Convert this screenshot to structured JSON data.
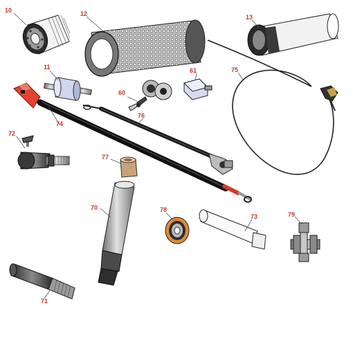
{
  "colors": {
    "label": "#c0392b",
    "outline": "#222222",
    "steel": "#9a9a9a",
    "dark": "#2a2a2a",
    "red": "#d23a2a",
    "bronze": "#c9a27a",
    "orange": "#d9782a",
    "filter_blue": "#cfd6ee"
  },
  "parts": [
    {
      "number": "10",
      "icon": "oil-filter-icon"
    },
    {
      "number": "12",
      "icon": "air-filter-element-icon"
    },
    {
      "number": "13",
      "icon": "inner-air-filter-icon"
    },
    {
      "number": "11",
      "icon": "fuel-filter-icon"
    },
    {
      "number": "61",
      "icon": "relay-switch-icon"
    },
    {
      "number": "60",
      "icon": "ignition-switch-key-icon"
    },
    {
      "number": "75",
      "icon": "throttle-cable-icon"
    },
    {
      "number": "76",
      "icon": "ground-cable-icon"
    },
    {
      "number": "74",
      "icon": "battery-cable-icon"
    },
    {
      "number": "72",
      "icon": "tie-rod-end-icon"
    },
    {
      "number": "77",
      "icon": "bushing-icon"
    },
    {
      "number": "70",
      "icon": "spindle-icon"
    },
    {
      "number": "78",
      "icon": "bearing-icon"
    },
    {
      "number": "73",
      "icon": "pin-icon"
    },
    {
      "number": "79",
      "icon": "u-joint-icon"
    },
    {
      "number": "71",
      "icon": "stud-shaft-icon"
    }
  ]
}
